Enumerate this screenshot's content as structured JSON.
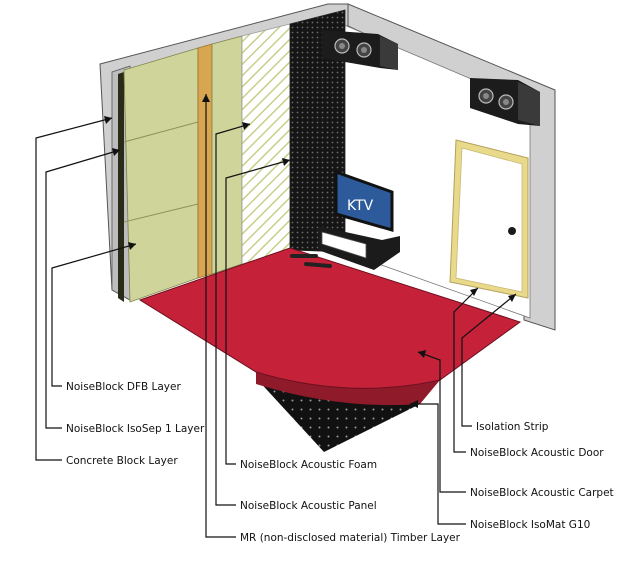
{
  "diagram": {
    "tv_text": "KTV",
    "labels": {
      "dfb": "NoiseBlock DFB Layer",
      "isosep": "NoiseBlock IsoSep 1 Layer",
      "concrete": "Concrete Block Layer",
      "foam": "NoiseBlock Acoustic Foam",
      "panel": "NoiseBlock Acoustic Panel",
      "timber": "MR (non-disclosed material) Timber Layer",
      "strip": "Isolation Strip",
      "door": "NoiseBlock Acoustic Door",
      "carpet": "NoiseBlock Acoustic Carpet",
      "isomat": "NoiseBlock IsoMat G10"
    },
    "colors": {
      "wall_outer": "#d0d0d0",
      "wall_inner": "#ffffff",
      "dfb": "#cfd59a",
      "timber": "#d8a650",
      "carpet": "#c5223a",
      "foam": "#1a1a1a",
      "door_frame": "#e9d98b",
      "speaker": "#1c1c1c"
    }
  }
}
